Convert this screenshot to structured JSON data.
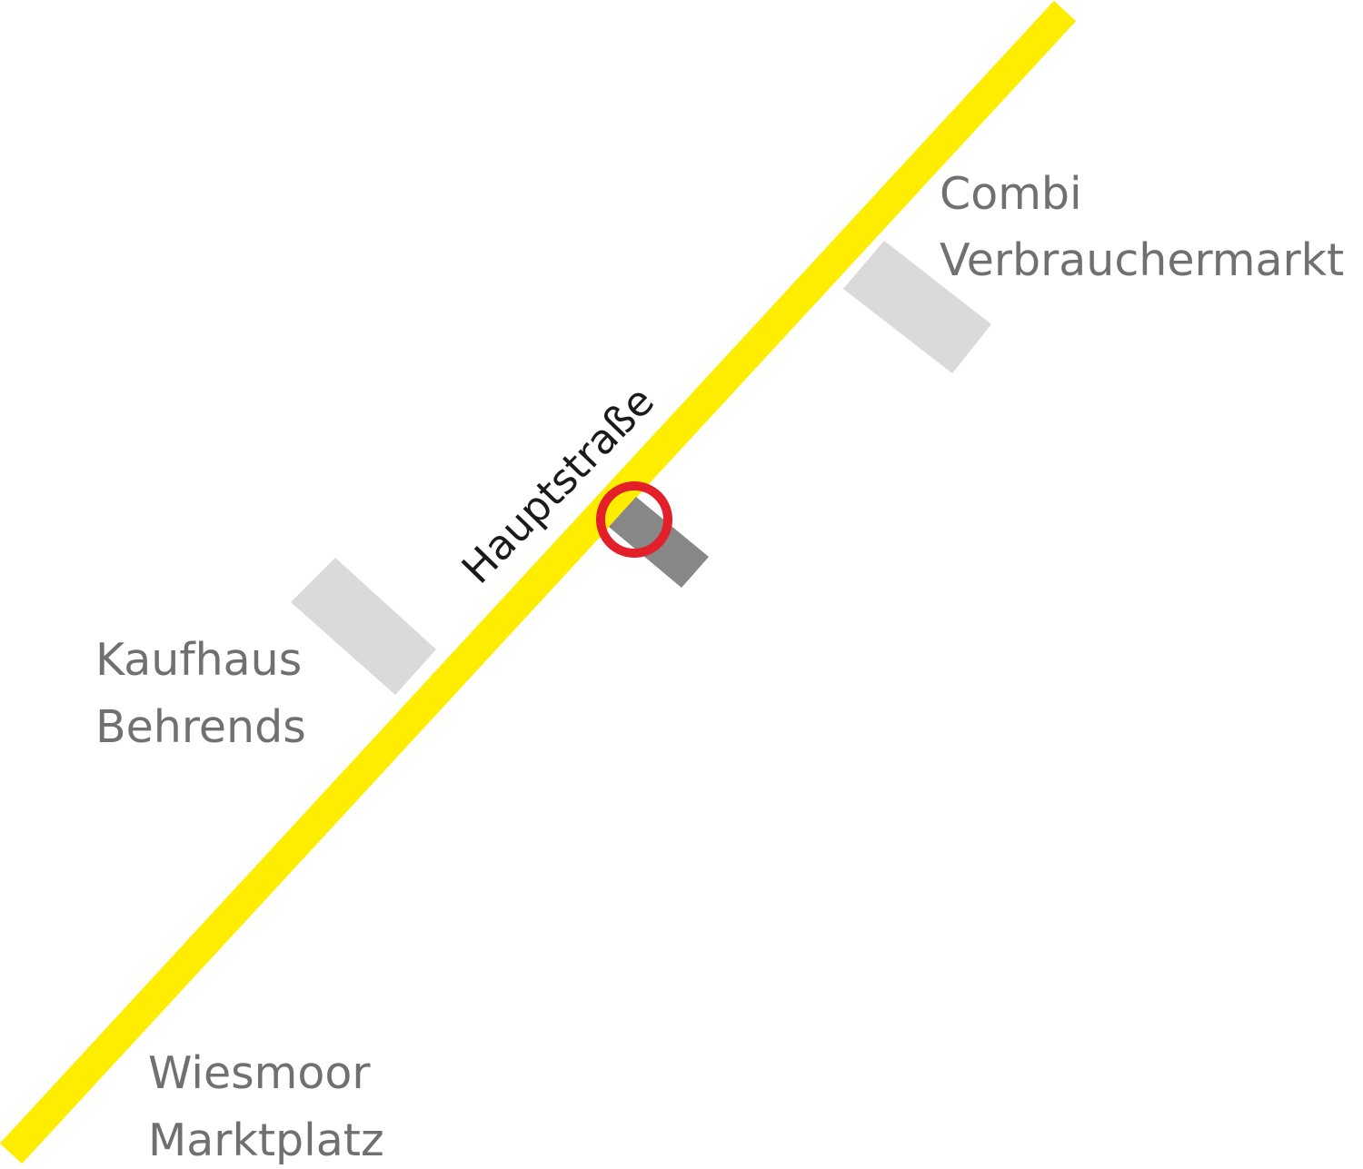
{
  "street": {
    "name": "Hauptstraße",
    "color": "#ffed00"
  },
  "places": {
    "combi": {
      "line1": "Combi",
      "line2": "Verbrauchermarkt"
    },
    "kaufhaus": {
      "line1": "Kaufhaus",
      "line2": "Behrends"
    },
    "wiesmoor": {
      "line1": "Wiesmoor",
      "line2": "Marktplatz"
    }
  },
  "colors": {
    "building_neighbor": "#d9dad9",
    "building_target": "#878787",
    "location_marker": "#e3202a",
    "label_text": "#707070",
    "street_label_text": "#1a1a1a",
    "background": "#ffffff"
  },
  "marker": {
    "icon": "location-ring-icon"
  }
}
